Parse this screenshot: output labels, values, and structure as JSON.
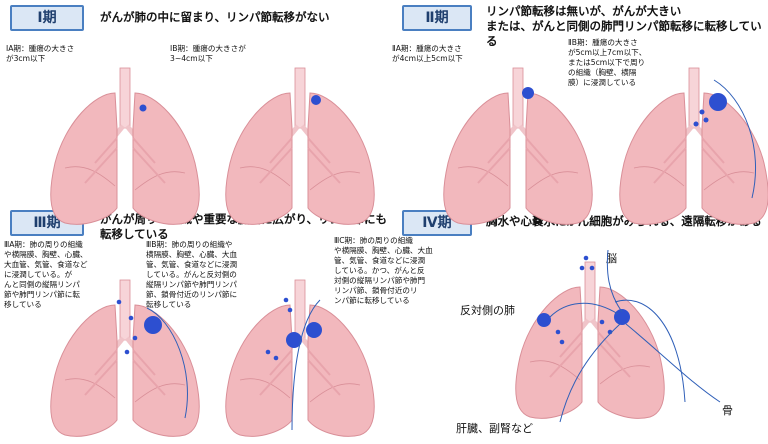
{
  "stages": [
    {
      "badge": "Ⅰ期",
      "title": "がんが肺の中に留まり、リンパ節転移がない",
      "notes": [
        "ⅠA期：腫瘍の大きさ\nが3cm以下",
        "ⅠB期：腫瘍の大きさが\n3~4cm以下"
      ]
    },
    {
      "badge": "Ⅱ期",
      "title": "リンパ節転移は無いが、がんが大きい\nまたは、がんと同側の肺門リンパ節転移に転移している",
      "notes": [
        "ⅡA期：腫瘍の大きさ\nが4cm以上5cm以下",
        "ⅡB期：腫瘍の大きさ\nが5cm以上7cm以下、\nまたは5cm以下で周り\nの組織（胸壁、横隔\n膜）に浸潤している"
      ]
    },
    {
      "badge": "Ⅲ期",
      "title": "がんが周りの組織や重要な臓器に広がり、リンパ節にも\n転移している",
      "notes": [
        "ⅢA期：肺の周りの組織\nや横隔膜、胸壁、心臓、\n大血管、気管、食道など\nに浸潤している。が\nんと同側の縦隔リンパ\n節や肺門リンパ節に転\n移している",
        "ⅢB期：肺の周りの組織や\n横隔膜、胸壁、心臓、大血\n管、気管、食道などに浸潤\nしている。がんと反対側の\n縦隔リンパ節や肺門リンパ\n節、鎖骨付近のリンパ節に\n転移している",
        "ⅢC期：肺の周りの組織\nや横隔膜、胸壁、心臓、大血\n管、気管、食道などに浸潤\nしている。かつ、がんと反\n対側の縦隔リンパ節や肺門\nリンパ節、鎖骨付近のリ\nンパ節に転移している"
      ]
    },
    {
      "badge": "Ⅳ期",
      "title": "胸水や心嚢水にがん細胞がみられる、遠隔転移がある",
      "labels": {
        "brain": "脳",
        "contralateral": "反対側の肺",
        "liver": "肝臓、副腎など",
        "bone": "骨"
      }
    }
  ],
  "colors": {
    "lung": "#f2b8bd",
    "lung_edge": "#d98f98",
    "airway": "#f7d4d8",
    "tumor": "#2d4fd0",
    "badge_border": "#4a7fc1",
    "badge_fill": "#dbe7f5",
    "metastasis_line": "#2f5fb8"
  }
}
